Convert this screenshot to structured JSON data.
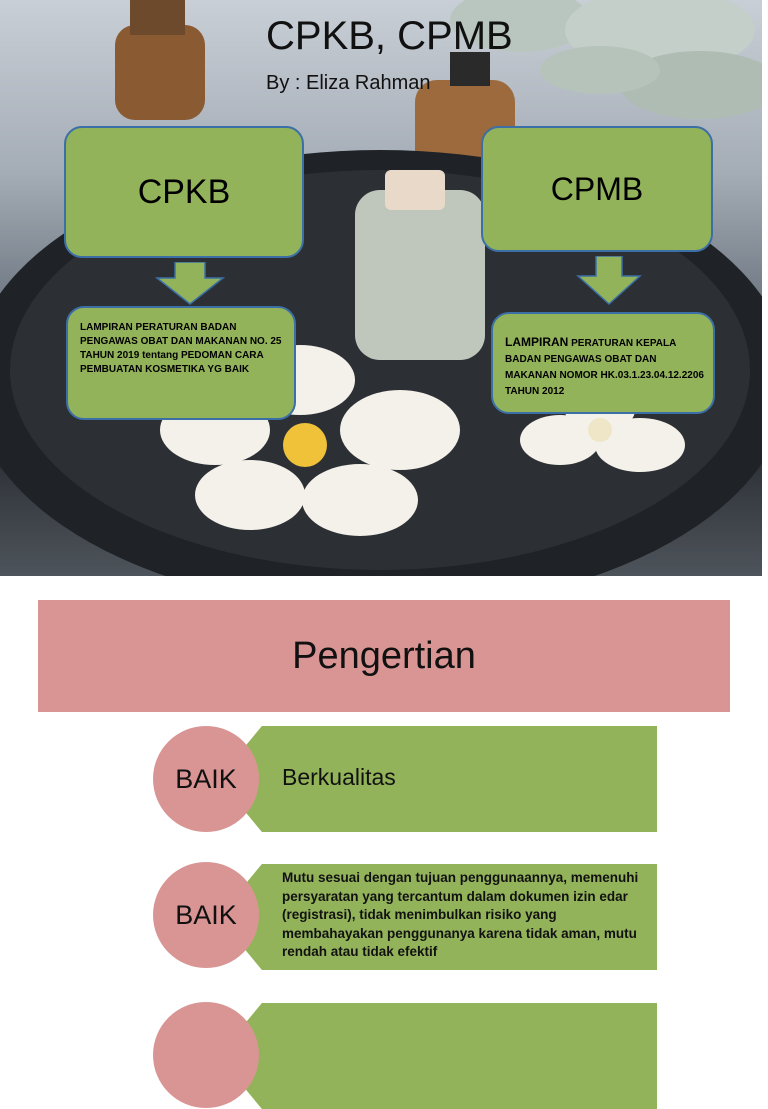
{
  "slide1": {
    "title": "CPKB, CPMB",
    "subtitle": "By : Eliza Rahman",
    "box_left": {
      "heading": "CPKB",
      "desc_main": "Lampiran peraturan badan pengawas obat dan makanan no. 25 tahun 2019",
      "desc_tentang": "tentang",
      "desc_tail": "pedoman cara pembuatan kosmetika yg baik"
    },
    "box_right": {
      "heading": "CPMB",
      "desc_lead": "Lampiran",
      "desc_rest": "peraturan kepala badan pengawas obat dan makanan nomor hk.03.1.23.04.12.2206 tahun 2012"
    }
  },
  "slide2": {
    "heading": "Pengertian",
    "rows": [
      {
        "badge": "BAIK",
        "text": "Berkualitas"
      },
      {
        "badge": "BAIK",
        "text": "Mutu sesuai dengan tujuan penggunaannya, memenuhi persyaratan yang tercantum dalam dokumen izin edar (registrasi), tidak menimbulkan risiko yang membahayakan penggunanya karena tidak aman, mutu rendah atau tidak efektif"
      },
      {
        "badge": "",
        "text": ""
      }
    ]
  },
  "colors": {
    "green_box": "#93b35a",
    "box_border": "#3b6fa6",
    "rose": "#d99594"
  },
  "icons": [
    "down-arrow-icon"
  ]
}
